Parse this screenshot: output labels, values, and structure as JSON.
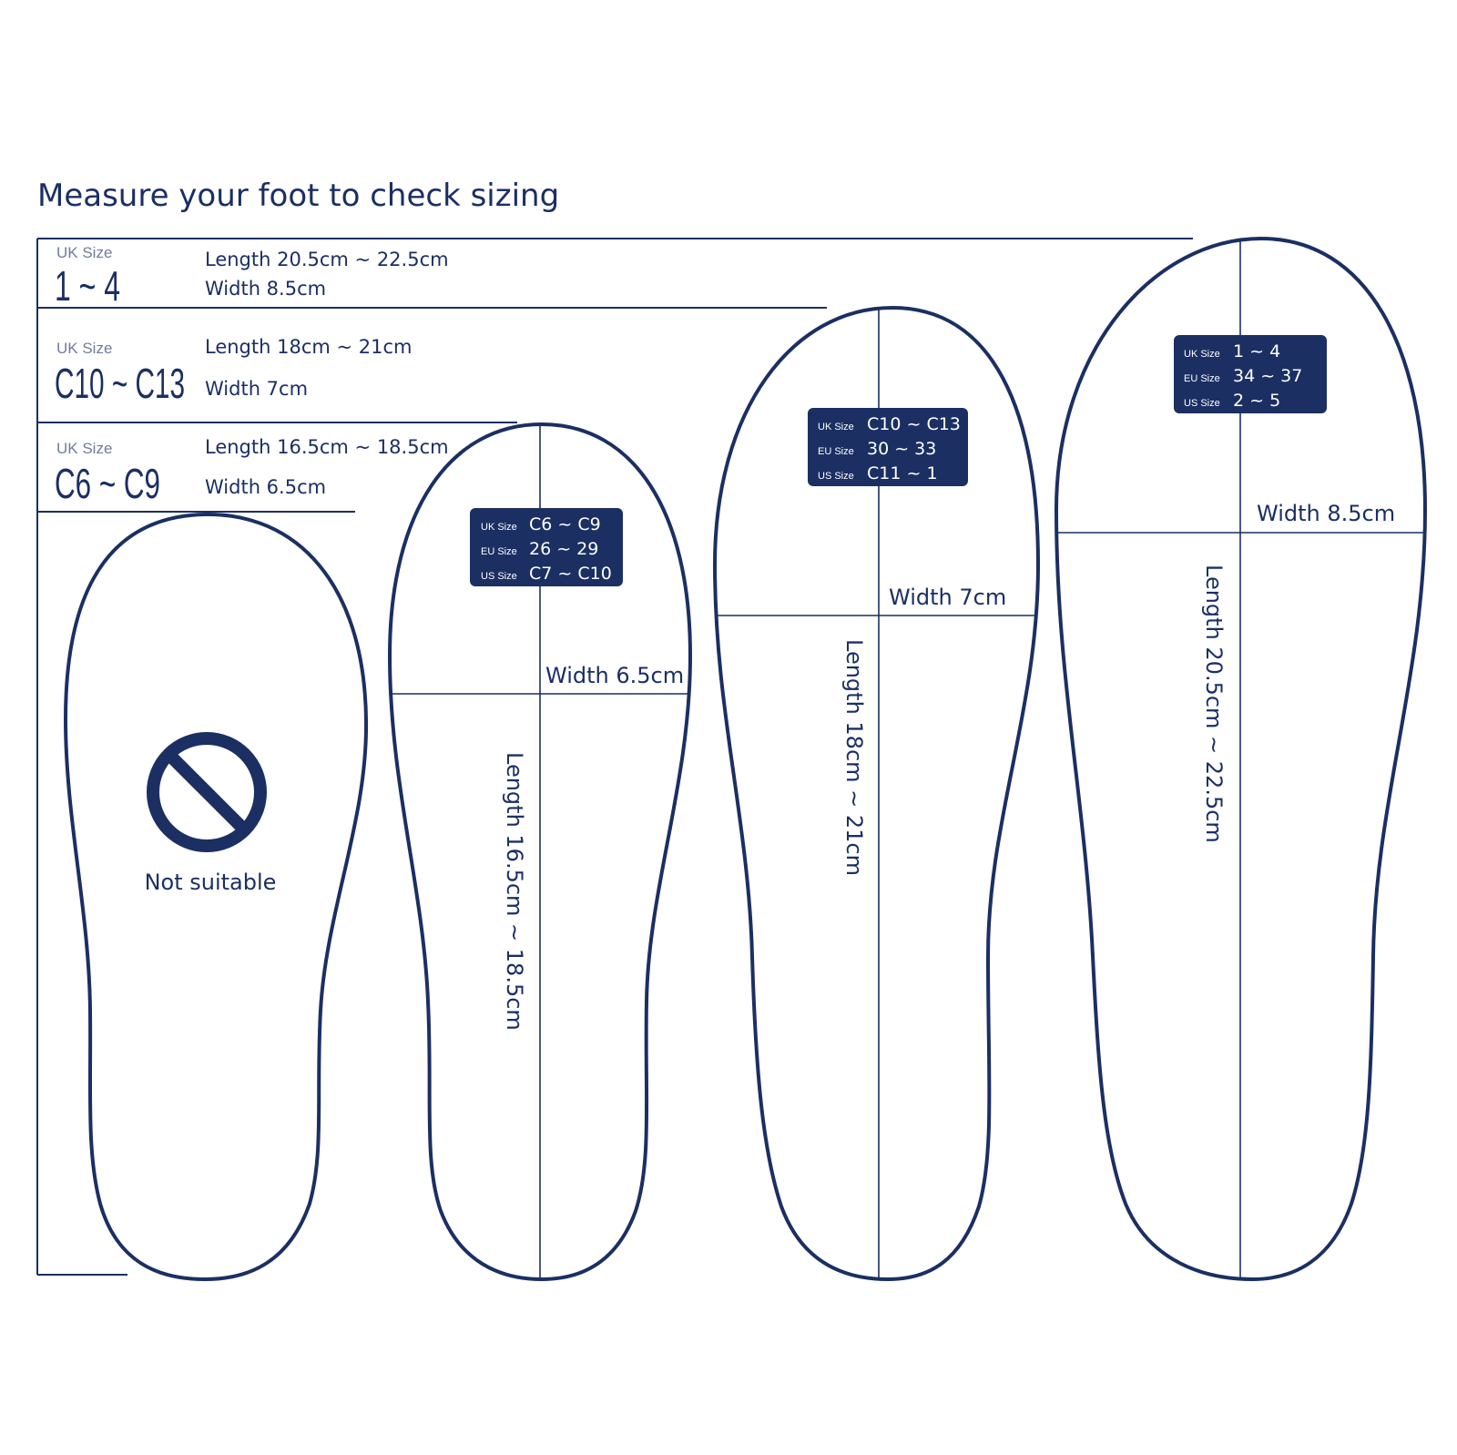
{
  "title": "Measure your foot to check sizing",
  "size_rows": [
    {
      "label": "UK Size",
      "size": "1 ~ 4",
      "length": "Length 20.5cm ~ 22.5cm",
      "width": "Width 8.5cm"
    },
    {
      "label": "UK Size",
      "size": "C10 ~ C13",
      "length": "Length 18cm ~ 21cm",
      "width": "Width 7cm"
    },
    {
      "label": "UK Size",
      "size": "C6 ~ C9",
      "length": "Length 16.5cm ~ 18.5cm",
      "width": "Width 6.5cm"
    }
  ],
  "not_suitable": {
    "text": "Not suitable",
    "icon": "prohibited-icon"
  },
  "soles": [
    {
      "badge": [
        {
          "key": "UK Size",
          "value": "C6 ~ C9"
        },
        {
          "key": "EU Size",
          "value": "26 ~ 29"
        },
        {
          "key": "US Size",
          "value": "C7 ~ C10"
        }
      ],
      "width": "Width 6.5cm",
      "length": "Length 16.5cm ~ 18.5cm"
    },
    {
      "badge": [
        {
          "key": "UK Size",
          "value": "C10 ~ C13"
        },
        {
          "key": "EU Size",
          "value": "30 ~ 33"
        },
        {
          "key": "US Size",
          "value": "C11 ~ 1"
        }
      ],
      "width": "Width 7cm",
      "length": "Length 18cm ~ 21cm"
    },
    {
      "badge": [
        {
          "key": "UK Size",
          "value": "1 ~ 4"
        },
        {
          "key": "EU Size",
          "value": "34 ~ 37"
        },
        {
          "key": "US Size",
          "value": "2 ~ 5"
        }
      ],
      "width": "Width 8.5cm",
      "length": "Length 20.5cm ~ 22.5cm"
    }
  ],
  "colors": {
    "navy": "#1b2f63",
    "label_gray": "#6f7c9e",
    "background": "#ffffff"
  }
}
